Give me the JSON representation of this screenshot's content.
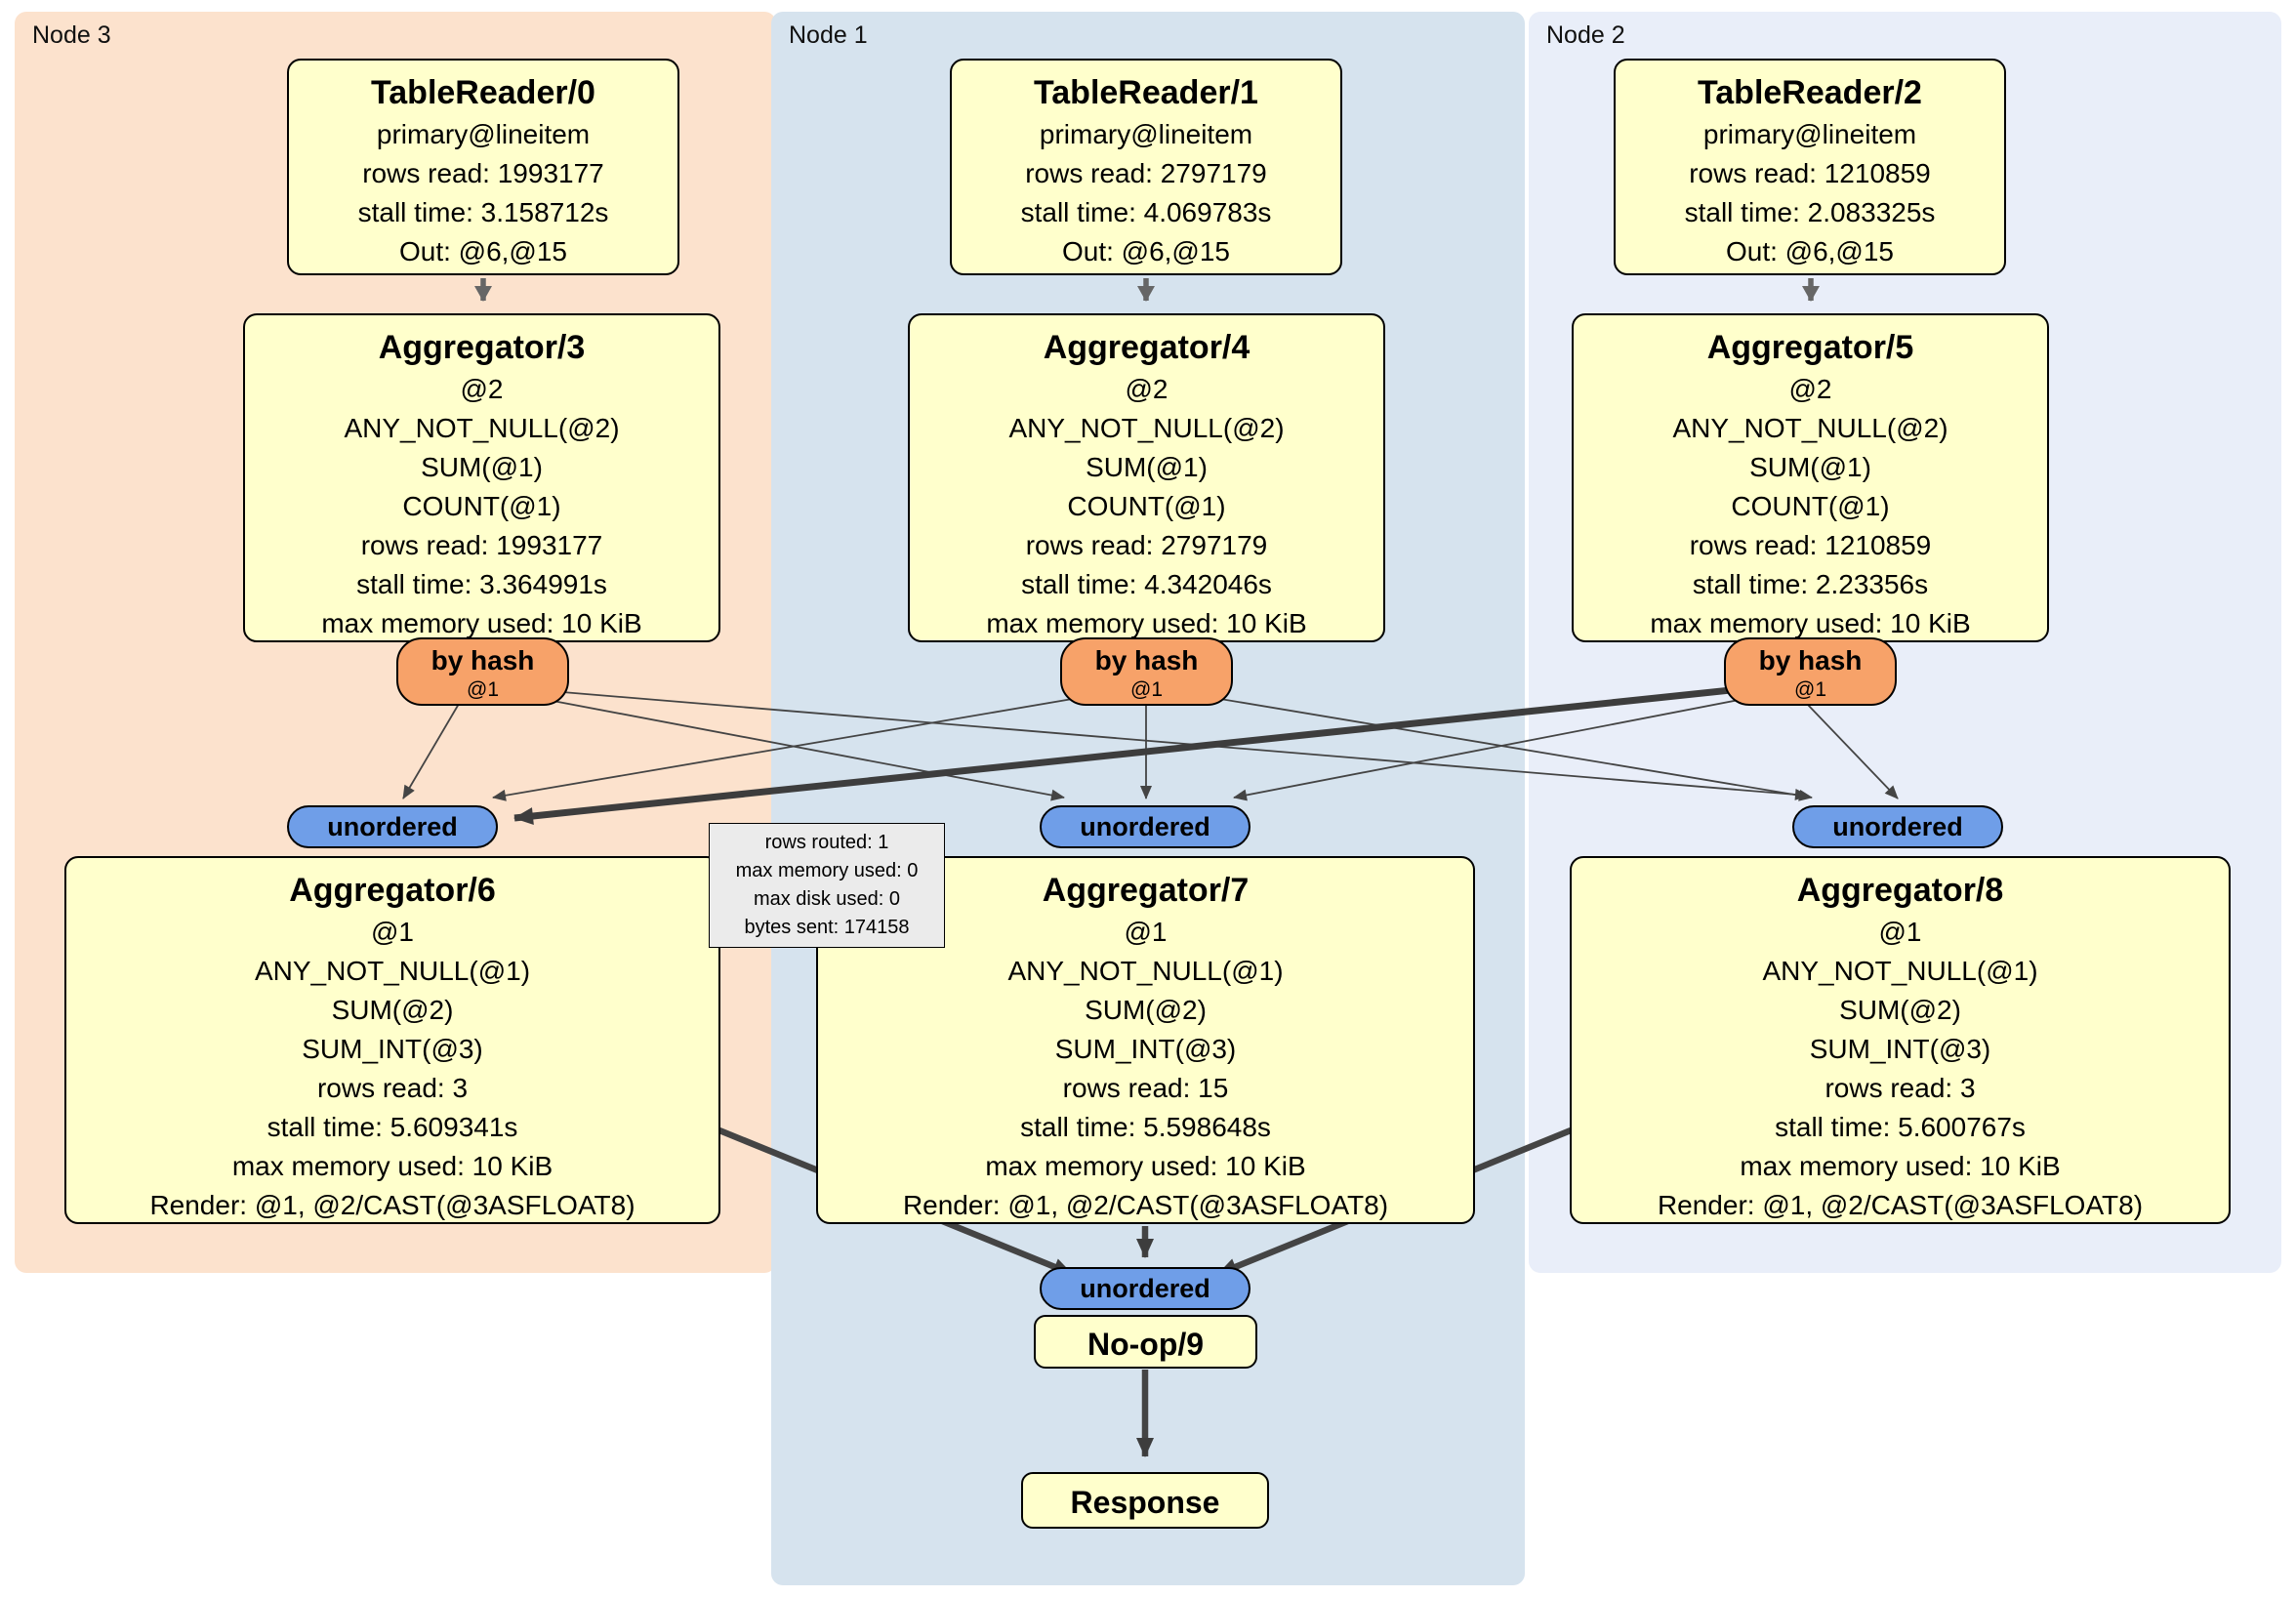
{
  "regions": {
    "node3": {
      "label": "Node 3"
    },
    "node1": {
      "label": "Node 1"
    },
    "node2": {
      "label": "Node 2"
    }
  },
  "boxes": {
    "tr0": {
      "title": "TableReader/0",
      "lines": [
        "primary@lineitem",
        "rows read: 1993177",
        "stall time: 3.158712s",
        "Out: @6,@15"
      ]
    },
    "tr1": {
      "title": "TableReader/1",
      "lines": [
        "primary@lineitem",
        "rows read: 2797179",
        "stall time: 4.069783s",
        "Out: @6,@15"
      ]
    },
    "tr2": {
      "title": "TableReader/2",
      "lines": [
        "primary@lineitem",
        "rows read: 1210859",
        "stall time: 2.083325s",
        "Out: @6,@15"
      ]
    },
    "agg3": {
      "title": "Aggregator/3",
      "lines": [
        "@2",
        "ANY_NOT_NULL(@2)",
        "SUM(@1)",
        "COUNT(@1)",
        "rows read: 1993177",
        "stall time: 3.364991s",
        "max memory used: 10 KiB"
      ]
    },
    "agg4": {
      "title": "Aggregator/4",
      "lines": [
        "@2",
        "ANY_NOT_NULL(@2)",
        "SUM(@1)",
        "COUNT(@1)",
        "rows read: 2797179",
        "stall time: 4.342046s",
        "max memory used: 10 KiB"
      ]
    },
    "agg5": {
      "title": "Aggregator/5",
      "lines": [
        "@2",
        "ANY_NOT_NULL(@2)",
        "SUM(@1)",
        "COUNT(@1)",
        "rows read: 1210859",
        "stall time: 2.23356s",
        "max memory used: 10 KiB"
      ]
    },
    "agg6": {
      "title": "Aggregator/6",
      "lines": [
        "@1",
        "ANY_NOT_NULL(@1)",
        "SUM(@2)",
        "SUM_INT(@3)",
        "rows read: 3",
        "stall time: 5.609341s",
        "max memory used: 10 KiB",
        "Render: @1, @2/CAST(@3ASFLOAT8)"
      ]
    },
    "agg7": {
      "title": "Aggregator/7",
      "lines": [
        "@1",
        "ANY_NOT_NULL(@1)",
        "SUM(@2)",
        "SUM_INT(@3)",
        "rows read: 15",
        "stall time: 5.598648s",
        "max memory used: 10 KiB",
        "Render: @1, @2/CAST(@3ASFLOAT8)"
      ]
    },
    "agg8": {
      "title": "Aggregator/8",
      "lines": [
        "@1",
        "ANY_NOT_NULL(@1)",
        "SUM(@2)",
        "SUM_INT(@3)",
        "rows read: 3",
        "stall time: 5.600767s",
        "max memory used: 10 KiB",
        "Render: @1, @2/CAST(@3ASFLOAT8)"
      ]
    },
    "noop": {
      "title": "No-op/9"
    },
    "response": {
      "title": "Response"
    }
  },
  "routers": {
    "label": "by hash",
    "stream": "@1"
  },
  "sync": {
    "label": "unordered"
  },
  "tooltip": {
    "lines": [
      "rows routed: 1",
      "max memory used: 0",
      "max disk used: 0",
      "bytes sent: 174158"
    ]
  },
  "colors": {
    "node3_bg": "#fce2cd",
    "node1_bg": "#d6e3ee",
    "node2_bg": "#e9eef9",
    "box_bg": "#ffffcc",
    "router_bg": "#f7a269",
    "sync_bg": "#6f9ee8",
    "tooltip_bg": "#ebebeb",
    "edge": "#444444"
  }
}
